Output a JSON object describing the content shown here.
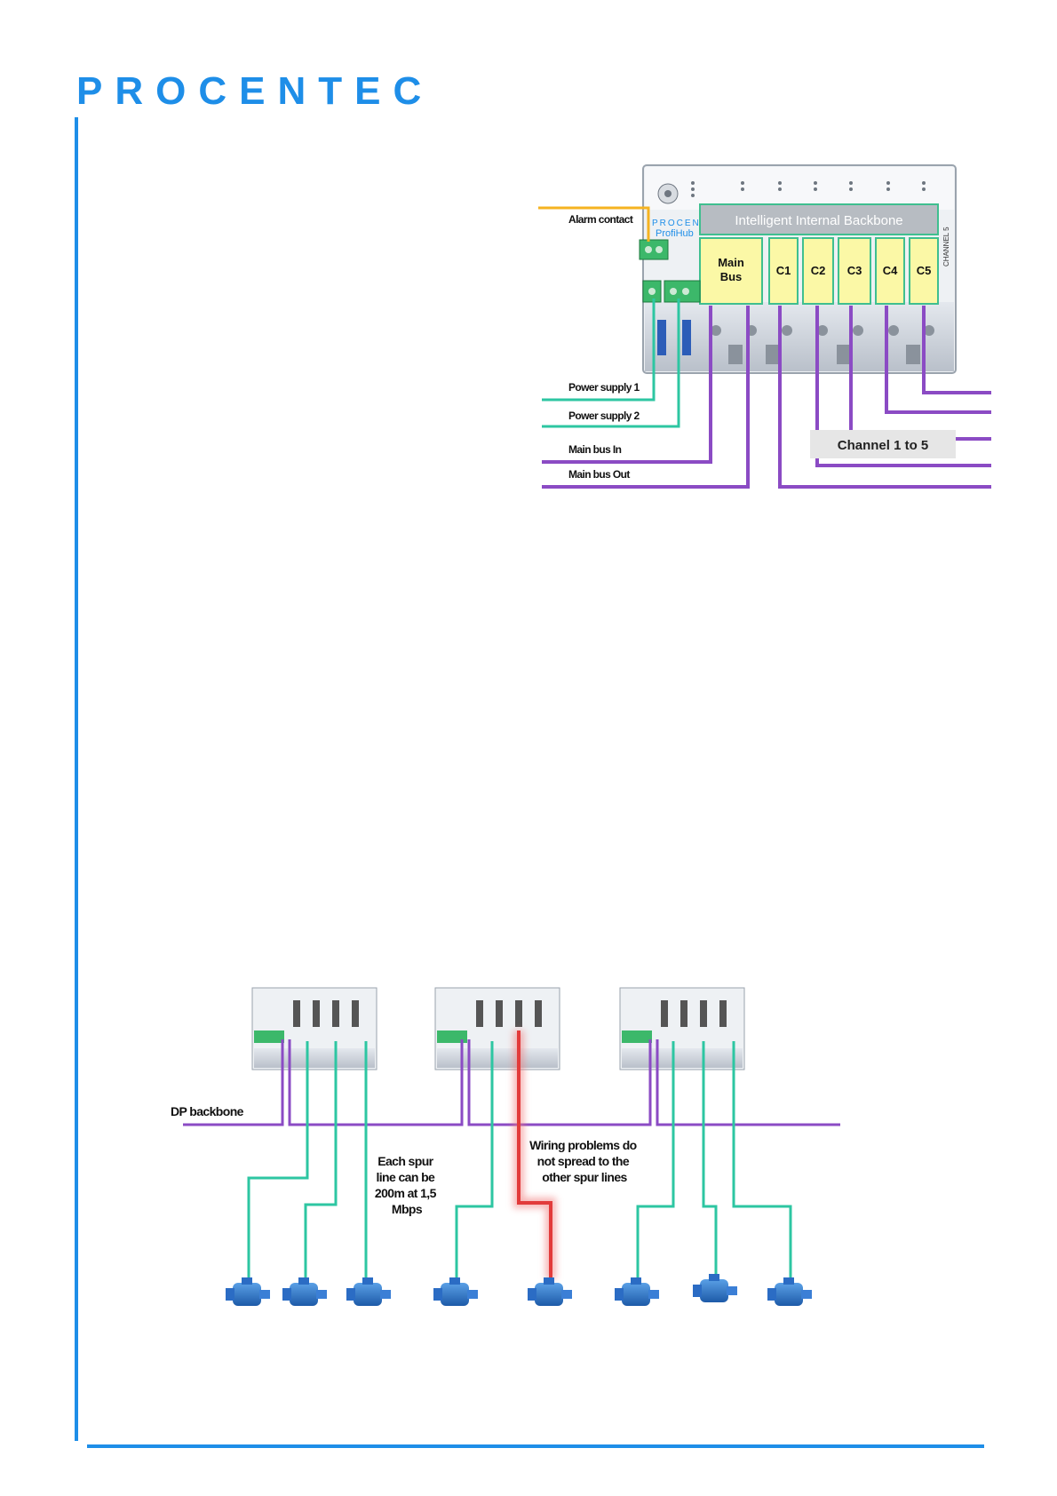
{
  "brand": {
    "logo_text": "PROCENTEC",
    "accent": "#1e8ee8"
  },
  "colors": {
    "power": "#2dc6a2",
    "bus": "#8b4bc4",
    "alarm": "#f5b321",
    "block": "#fbf8a6",
    "highlight": "#e23b3b"
  },
  "hub_diagram": {
    "device_lettering": [
      "PROCENTEC",
      "ProfiHub"
    ],
    "backbone_label": "Intelligent Internal Backbone",
    "main_bus_block": "Main Bus",
    "channel_blocks": [
      "C1",
      "C2",
      "C3",
      "C4",
      "C5"
    ],
    "channel_side_label": "CHANNEL 5",
    "labels": {
      "alarm_contact": "Alarm contact",
      "power_supply_1": "Power supply 1",
      "power_supply_2": "Power supply 2",
      "main_bus_in": "Main bus In",
      "main_bus_out": "Main bus Out",
      "channels": "Channel 1 to 5"
    }
  },
  "topology": {
    "backbone_label": "DP backbone",
    "spur_note": "Each spur line can be 200m at 1,5 Mbps",
    "wiring_note": "Wiring problems do not spread to the other spur lines",
    "hub_count": 3,
    "motor_count": 8
  }
}
